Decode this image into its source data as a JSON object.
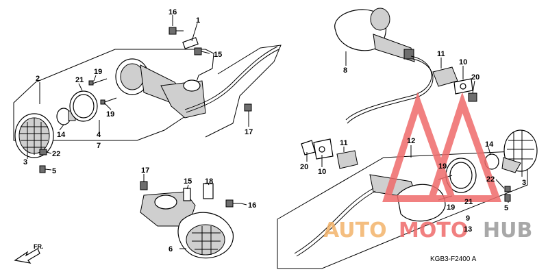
{
  "callouts": [
    "1",
    "2",
    "3",
    "4",
    "5",
    "6",
    "7",
    "8",
    "9",
    "10",
    "11",
    "12",
    "13",
    "14",
    "15",
    "16",
    "17",
    "18",
    "19",
    "20",
    "21",
    "22"
  ],
  "diagram_code": "KGB3-F2400 A",
  "front_arrow_label": "FR.",
  "watermark": {
    "part1": "AUTO",
    "part2": "MOTO",
    "part3": "HUB",
    "color_orange": "#f3b36a",
    "color_red": "#ef6b6b",
    "color_gray": "#9a9a9a"
  }
}
